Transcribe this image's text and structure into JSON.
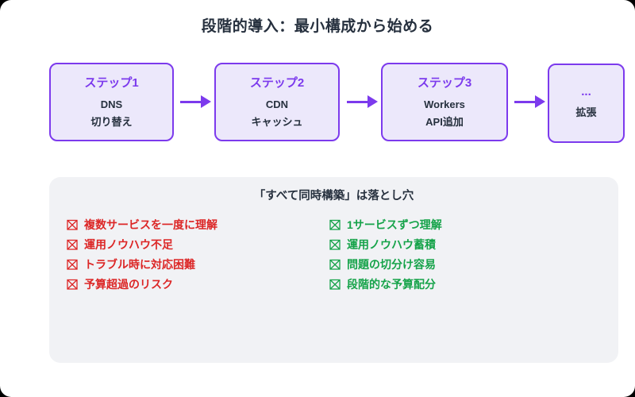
{
  "page": {
    "title": "段階的導入：最小構成から始める"
  },
  "flow": {
    "steps": [
      {
        "title": "ステップ1",
        "lines": [
          "DNS",
          "切り替え"
        ]
      },
      {
        "title": "ステップ2",
        "lines": [
          "CDN",
          "キャッシュ"
        ]
      },
      {
        "title": "ステップ3",
        "lines": [
          "Workers",
          "API追加"
        ]
      },
      {
        "title": "...",
        "lines": [
          "拡張"
        ]
      }
    ]
  },
  "pitfall_panel": {
    "title": "「すべて同時構築」は落とし穴",
    "negative_items": [
      "複数サービスを一度に理解",
      "運用ノウハウ不足",
      "トラブル時に対応困難",
      "予算超過のリスク"
    ],
    "positive_items": [
      "1サービスずつ理解",
      "運用ノウハウ蓄積",
      "問題の切分け容易",
      "段階的な予算配分"
    ]
  },
  "icons": {
    "item_marker_glyph": "☒",
    "flow_arrow_glyph": "→"
  },
  "colors": {
    "accent_purple": "#7C3AED",
    "step_fill": "#ECE8FB",
    "negative_red": "#DC2626",
    "positive_green": "#16A34A",
    "panel_gray": "#F1F2F5",
    "text_dark": "#26303E"
  }
}
